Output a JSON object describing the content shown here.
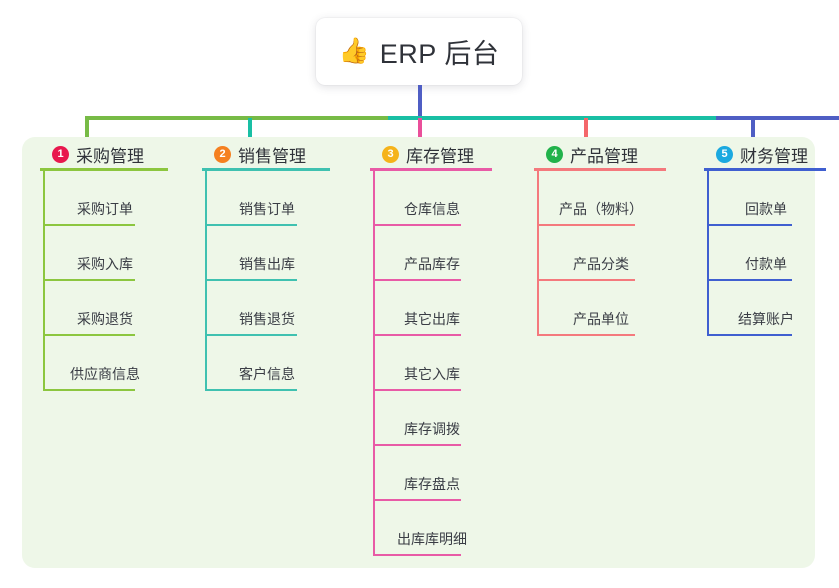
{
  "root": {
    "icon": "thumbs-up-emoji",
    "emoji": "👍",
    "label": "ERP 后台"
  },
  "theme": {
    "panel_background": "#eef7e8",
    "page_background": "#ffffff",
    "title_text_color": "#2f3239",
    "stem_color": "#4f5ec4"
  },
  "connectors": {
    "segments": [
      {
        "name": "green-span",
        "color": "#77bb46"
      },
      {
        "name": "teal-span",
        "color": "#19bfa4"
      },
      {
        "name": "blue-span",
        "color": "#4f5ec4"
      }
    ],
    "drops": [
      "#77bb46",
      "#19bfa4",
      "#ea4f9a",
      "#f4676b",
      "#4f5ec4"
    ]
  },
  "columns": [
    {
      "number": "1",
      "title": "采购管理",
      "badge_color": "#e8184e",
      "line_color": "#8cc63f",
      "items": [
        {
          "label": "采购订单"
        },
        {
          "label": "采购入库"
        },
        {
          "label": "采购退货"
        },
        {
          "label": "供应商信息"
        }
      ]
    },
    {
      "number": "2",
      "title": "销售管理",
      "badge_color": "#f58020",
      "line_color": "#3fc1b0",
      "items": [
        {
          "label": "销售订单"
        },
        {
          "label": "销售出库"
        },
        {
          "label": "销售退货"
        },
        {
          "label": "客户信息"
        }
      ]
    },
    {
      "number": "3",
      "title": "库存管理",
      "badge_color": "#f5b31a",
      "line_color": "#e85ba6",
      "items": [
        {
          "label": "仓库信息"
        },
        {
          "label": "产品库存"
        },
        {
          "label": "其它出库"
        },
        {
          "label": "其它入库"
        },
        {
          "label": "库存调拨"
        },
        {
          "label": "库存盘点"
        },
        {
          "label": "出库库明细"
        }
      ]
    },
    {
      "number": "4",
      "title": "产品管理",
      "badge_color": "#21b24b",
      "line_color": "#f4797d",
      "items": [
        {
          "label": "产品（物料）"
        },
        {
          "label": "产品分类"
        },
        {
          "label": "产品单位"
        }
      ]
    },
    {
      "number": "5",
      "title": "财务管理",
      "badge_color": "#1ba9e0",
      "line_color": "#3f5fd0",
      "items": [
        {
          "label": "回款单"
        },
        {
          "label": "付款单"
        },
        {
          "label": "结算账户"
        }
      ]
    }
  ]
}
